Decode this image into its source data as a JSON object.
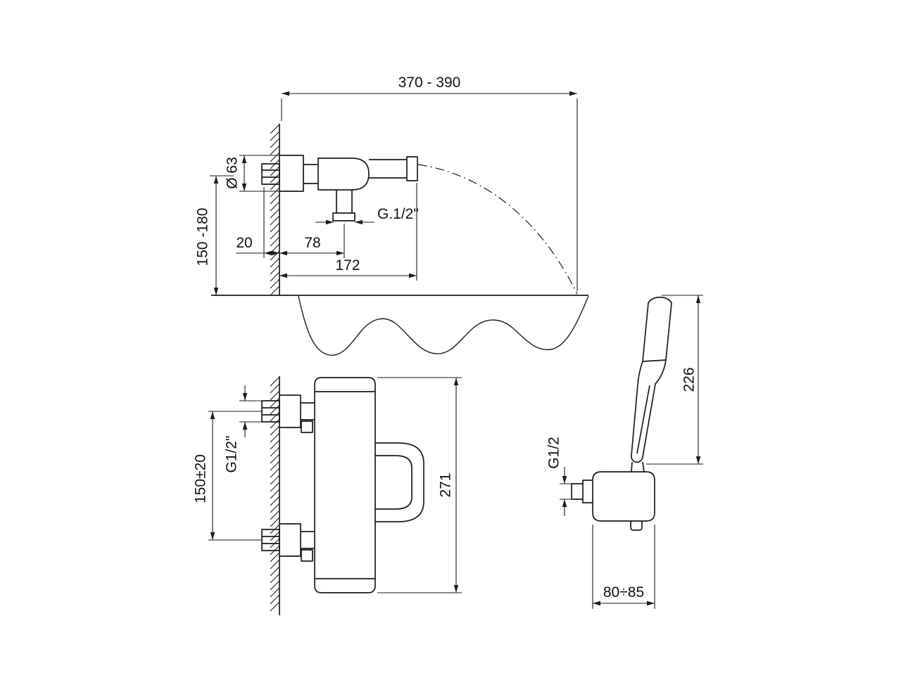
{
  "labels": {
    "span_wall_to_spout": "370 - 390",
    "flange_diameter": "Ø 63",
    "height_above_rim": "150 -180",
    "offset_20": "20",
    "offset_78": "78",
    "outlet_thread": "G.1/2\"",
    "spout_reach": "172",
    "handshower_length": "226",
    "bracket_thread": "G1/2",
    "bracket_span": "80÷85",
    "inlet_thread": "G1/2\"",
    "inlet_spacing": "150±20",
    "body_height": "271"
  }
}
